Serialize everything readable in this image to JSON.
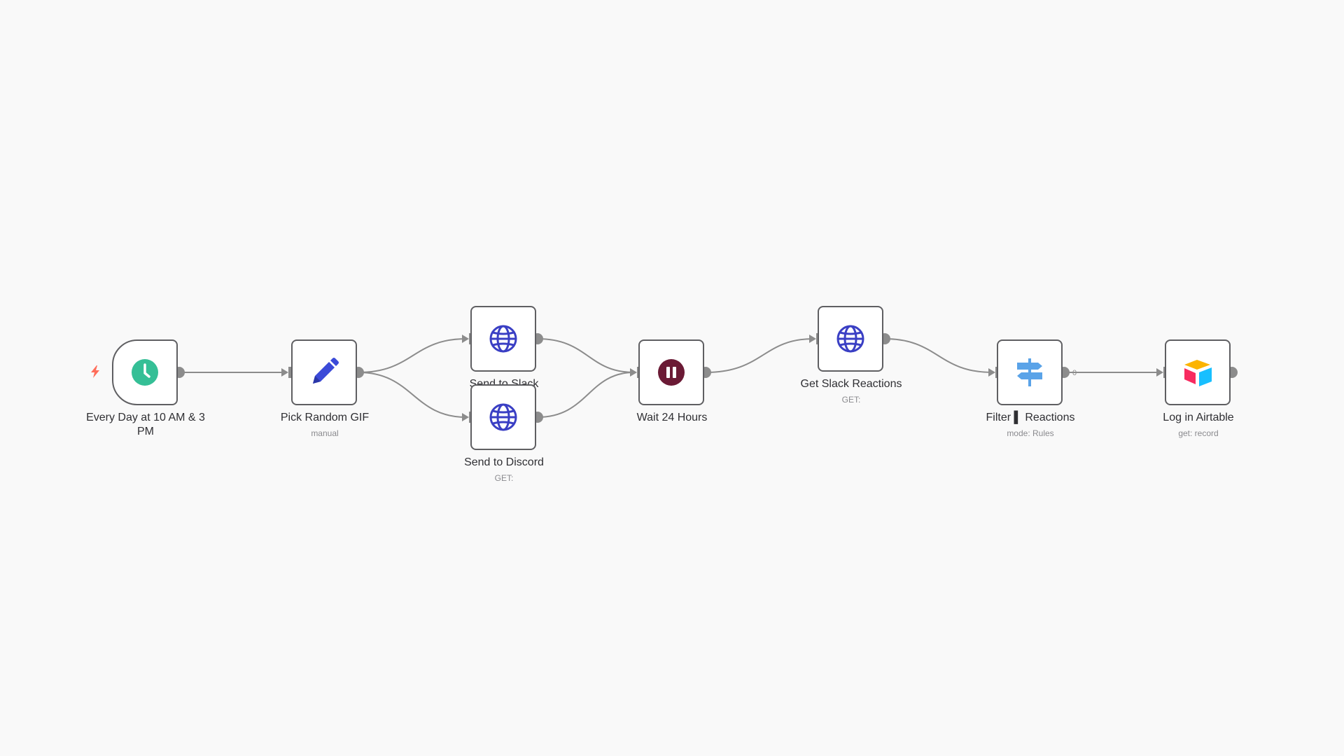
{
  "workflow": {
    "nodes": [
      {
        "id": "schedule",
        "label": "Every Day at 10 AM & 3",
        "label2": "PM",
        "sublabel": "",
        "icon": "clock-icon"
      },
      {
        "id": "pick_gif",
        "label": "Pick Random GIF",
        "sublabel": "manual",
        "icon": "pencil-icon"
      },
      {
        "id": "slack",
        "label": "Send to Slack",
        "sublabel": "",
        "icon": "globe-icon"
      },
      {
        "id": "discord",
        "label": "Send to Discord",
        "sublabel": "GET:",
        "icon": "globe-icon"
      },
      {
        "id": "wait",
        "label": "Wait 24 Hours",
        "sublabel": "",
        "icon": "pause-icon"
      },
      {
        "id": "reactions",
        "label": "Get Slack Reactions",
        "sublabel": "GET:",
        "icon": "globe-icon"
      },
      {
        "id": "filter",
        "label": "Filter ▌ Reactions",
        "sublabel": "mode: Rules",
        "icon": "signpost-icon"
      },
      {
        "id": "airtable",
        "label": "Log in Airtable",
        "sublabel": "get: record",
        "icon": "airtable-icon"
      }
    ],
    "output_index_label": "0"
  },
  "colors": {
    "canvas": "#f9f9f9",
    "node_border": "#5f5f62",
    "edge": "#8c8c8c",
    "clock": "#35bf96",
    "pencil": "#3b4ad8",
    "globe": "#3a3fc4",
    "pause": "#6b1a35",
    "signpost": "#5aa3e8",
    "trigger_bolt": "#ff6d5a"
  }
}
